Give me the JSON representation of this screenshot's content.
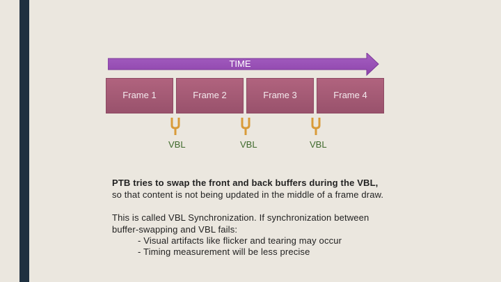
{
  "timeline": {
    "label": "TIME",
    "frames": [
      "Frame 1",
      "Frame 2",
      "Frame 3",
      "Frame 4"
    ],
    "vbl_label": "VBL",
    "colors": {
      "arrow": "#9c52b8",
      "frame": "#a55b75",
      "fork": "#d99b3a",
      "vbl_text": "#3f6a2c"
    }
  },
  "body": {
    "line1": "PTB tries to swap the front and back buffers during the VBL,",
    "line2": "so that content is not being updated in the middle of a frame draw.",
    "line3": "This is called VBL Synchronization.  If synchronization between",
    "line4": "buffer-swapping and VBL fails:",
    "bullet1": "- Visual artifacts like flicker and tearing may occur",
    "bullet2": "- Timing measurement will be less precise"
  }
}
